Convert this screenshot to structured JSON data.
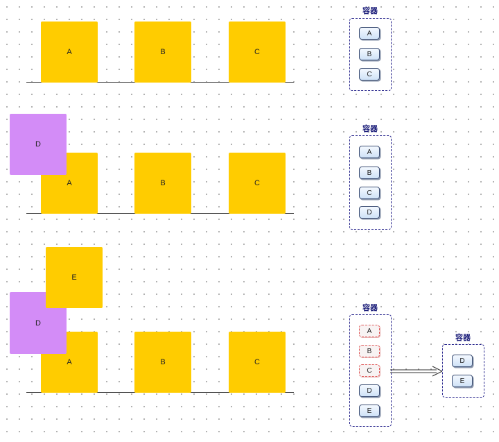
{
  "container_title": "容器",
  "blocks": {
    "A": "A",
    "B": "B",
    "C": "C",
    "D": "D",
    "E": "E"
  },
  "stack1": [
    "A",
    "B",
    "C"
  ],
  "stack2": [
    "A",
    "B",
    "C",
    "D"
  ],
  "stack3": [
    "A",
    "B",
    "C",
    "D",
    "E"
  ],
  "stack3_removed": [
    "A",
    "B",
    "C"
  ],
  "result": [
    "D",
    "E"
  ],
  "colors": {
    "yellow": "#ffcc00",
    "purple": "#d38cf7",
    "container_border": "#2c2a8f",
    "removed_border": "#e05a5a"
  }
}
